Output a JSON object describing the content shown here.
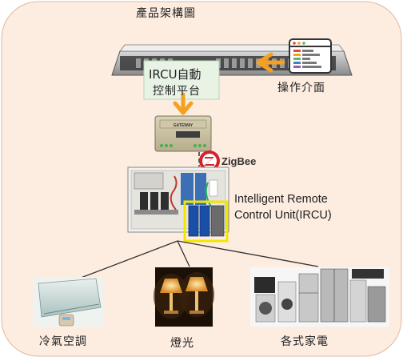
{
  "title": "產品架構圖",
  "platform": {
    "line1": "IRCU自動",
    "line2": "控制平台"
  },
  "interface_label": "操作介面",
  "gateway_text": "GATEWAY",
  "zigbee_label": "ZigBee",
  "ircu": {
    "line1": "Intelligent Remote",
    "line2": "Control Unit(IRCU)"
  },
  "appliances": [
    {
      "label": "冷氣空調"
    },
    {
      "label": "燈光"
    },
    {
      "label": "各式家電"
    }
  ],
  "colors": {
    "background_panel": "#fdece0",
    "arrow": "#f5a021",
    "highlight_box": "#f2e600",
    "relay_blue": "#1a4fa8"
  }
}
